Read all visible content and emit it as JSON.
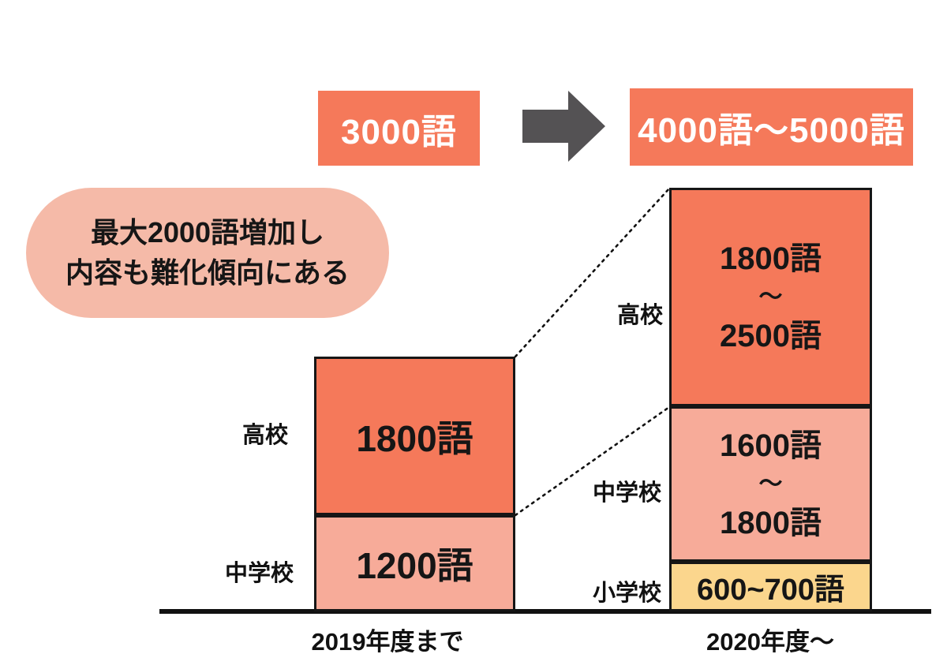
{
  "chart_data": {
    "type": "bar",
    "subtype": "stacked-comparison",
    "unit": "語",
    "categories": [
      "2019年度まで",
      "2020年度〜"
    ],
    "legend_position": "none",
    "y_axis_visible": false,
    "baseline_visible": true,
    "bars": [
      {
        "category": "2019年度まで",
        "total_label": "3000語",
        "total_min": 3000,
        "total_max": 3000,
        "segments": [
          {
            "group": "高校",
            "label": "1800語",
            "min": 1800,
            "max": 1800,
            "color": "#F5795A"
          },
          {
            "group": "中学校",
            "label": "1200語",
            "min": 1200,
            "max": 1200,
            "color": "#F7AB99"
          }
        ]
      },
      {
        "category": "2020年度〜",
        "total_label": "4000語〜5000語",
        "total_min": 4000,
        "total_max": 5000,
        "segments": [
          {
            "group": "高校",
            "line1": "1800語",
            "line2": "〜",
            "line3": "2500語",
            "min": 1800,
            "max": 2500,
            "color": "#F5795A"
          },
          {
            "group": "中学校",
            "line1": "1600語",
            "line2": "〜",
            "line3": "1800語",
            "min": 1600,
            "max": 1800,
            "color": "#F7AB99"
          },
          {
            "group": "小学校",
            "label": "600~700語",
            "min": 600,
            "max": 700,
            "color": "#FBD68D"
          }
        ]
      }
    ],
    "annotation": {
      "line1": "最大2000語増加し",
      "line2": "内容も難化傾向にある",
      "bg_color": "#F5BAA8"
    },
    "colors": {
      "highschool_segment": "#F5795A",
      "juniorhigh_segment": "#F7AB99",
      "elementary_segment": "#FBD68D",
      "total_box_bg": "#F5795A",
      "total_box_text": "#FFFFFF",
      "arrow": "#545254",
      "border": "#161616"
    }
  }
}
